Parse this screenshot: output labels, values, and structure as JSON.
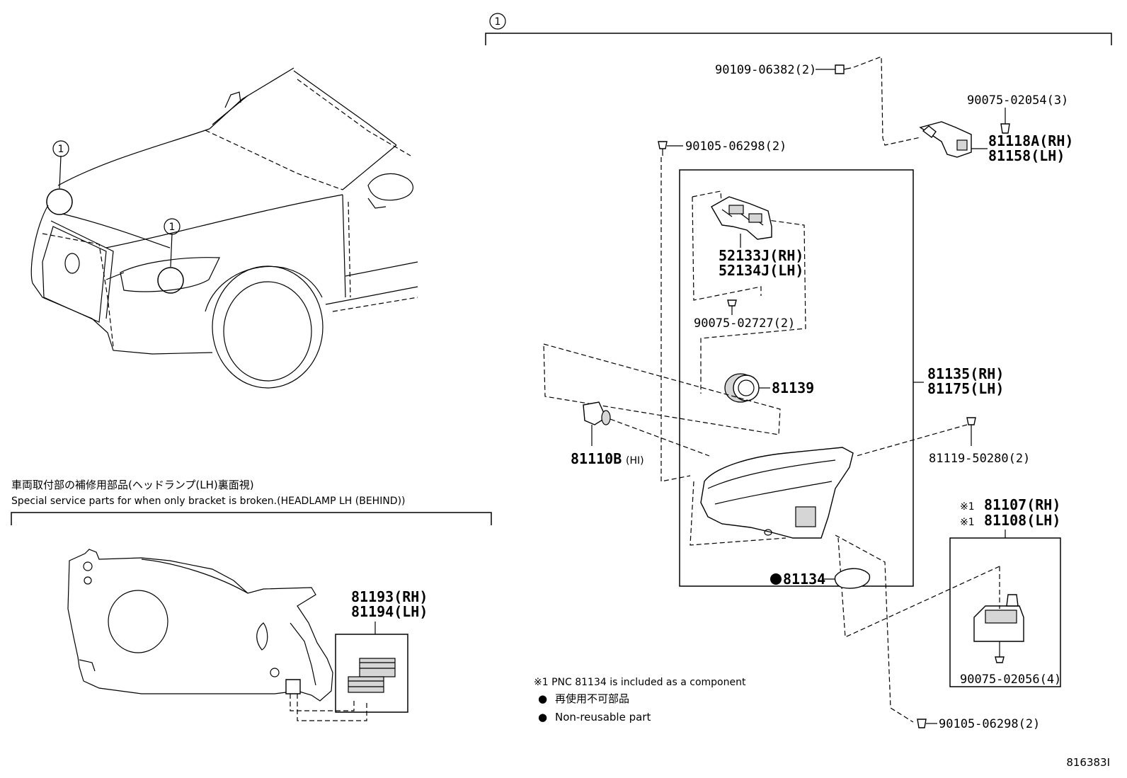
{
  "callout_number": "1",
  "parts": {
    "p1": "90109-06382(2)",
    "p2": "90075-02054(3)",
    "p3a": "81118A(RH)",
    "p3b": "81158(LH)",
    "p4": "90105-06298(2)",
    "p5a": "52133J(RH)",
    "p5b": "52134J(LH)",
    "p6": "90075-02727(2)",
    "p7": "81139",
    "p8a": "81135(RH)",
    "p8b": "81175(LH)",
    "p9": "81110B",
    "p9_suffix": "(HI)",
    "p10": "81119-50280(2)",
    "p11_mark": "※1",
    "p11a": "81107(RH)",
    "p11b": "81108(LH)",
    "p12": "81134",
    "p13": "90075-02056(4)",
    "p14": "90105-06298(2)",
    "p15a": "81193(RH)",
    "p15b": "81194(LH)"
  },
  "special_service": {
    "title_ja": "車両取付部の補修用部品(ヘッドランプ(LH)裏面視)",
    "title_en": "Special service parts for when only bracket is broken.(HEADLAMP LH (BEHIND))"
  },
  "notes": {
    "note1": "※1 PNC 81134 is included as a component",
    "note2": "再使用不可部品",
    "note3": "Non-reusable part",
    "bullet": "●"
  },
  "figure_id": "816383I"
}
